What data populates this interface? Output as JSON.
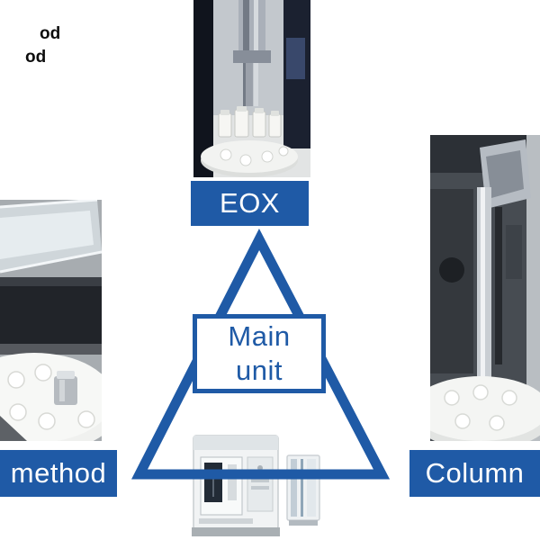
{
  "colors": {
    "primary_blue": "#1f5aa6",
    "text_black": "#0d0d0d",
    "background": "#ffffff"
  },
  "top_left_text": {
    "line1": "od",
    "line2": "od"
  },
  "labels": {
    "eox": "EOX",
    "main_unit_line1": "Main",
    "main_unit_line2": "unit",
    "method": "method",
    "column": "Column"
  }
}
